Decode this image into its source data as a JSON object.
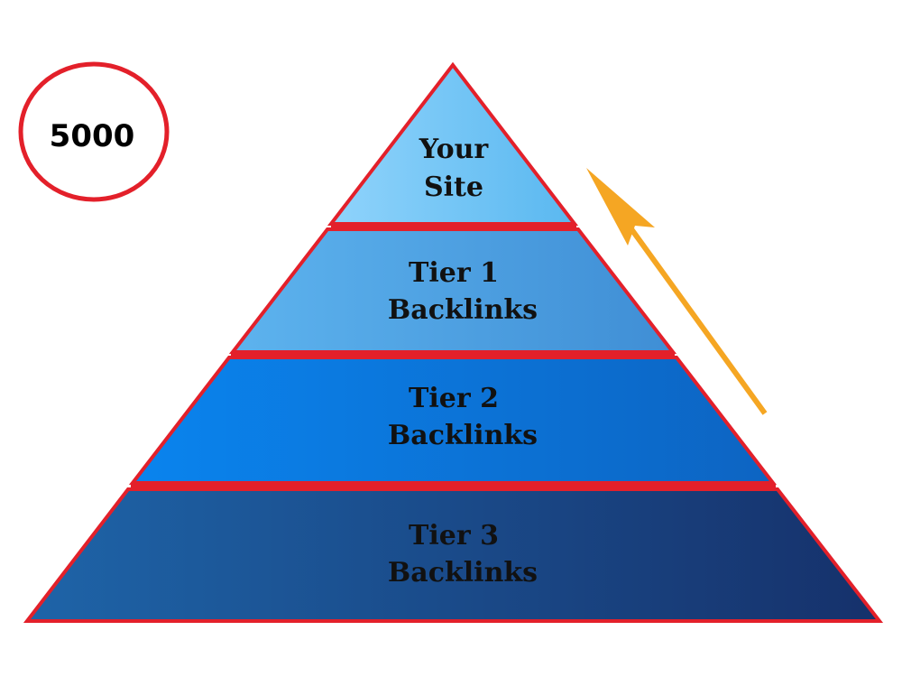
{
  "badge": {
    "value": "5000",
    "ring_color": "#e3202a"
  },
  "pyramid": {
    "outline_color": "#e3202a",
    "tiers": [
      {
        "line1": "Your",
        "line2": "Site",
        "color_from": "#8fd3fb",
        "color_to": "#5ab8f0"
      },
      {
        "line1": "Tier 1",
        "line2": "Backlinks",
        "color_from": "#5db3ee",
        "color_to": "#3f8ed5"
      },
      {
        "line1": "Tier 2",
        "line2": "Backlinks",
        "color_from": "#0a84ee",
        "color_to": "#0d64c2"
      },
      {
        "line1": "Tier 3",
        "line2": "Backlinks",
        "color_from": "#1e64a8",
        "color_to": "#16316b"
      }
    ]
  },
  "arrow": {
    "color": "#f5a623",
    "direction": "up"
  }
}
